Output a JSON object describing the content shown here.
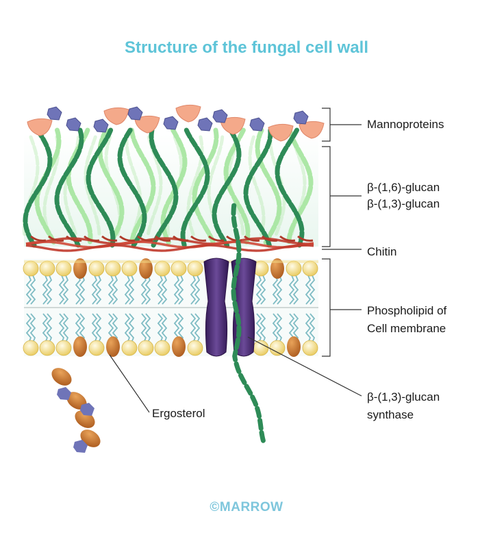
{
  "title": "Structure of the fungal cell wall",
  "labels": {
    "mannoproteins": "Mannoproteins",
    "glucan_16": "β-(1,6)-glucan",
    "glucan_13": "β-(1,3)-glucan",
    "chitin": "Chitin",
    "phospholipid_line1": "Phospholipid of",
    "phospholipid_line2": "Cell membrane",
    "synthase_line1": "β-(1,3)-glucan",
    "synthase_line2": "synthase",
    "ergosterol": "Ergosterol"
  },
  "footer": "©MARROW",
  "colors": {
    "title": "#5ec4d8",
    "dark_green": "#2e8b57",
    "light_green": "#a8e6a1",
    "chitin": "#c0392b",
    "head": "#f2d675",
    "ergosterol": "#c8752a",
    "synthase": "#4b2a6e",
    "mannoprotein_salmon": "#f4a98a",
    "mannoprotein_blue": "#6f74b8"
  }
}
